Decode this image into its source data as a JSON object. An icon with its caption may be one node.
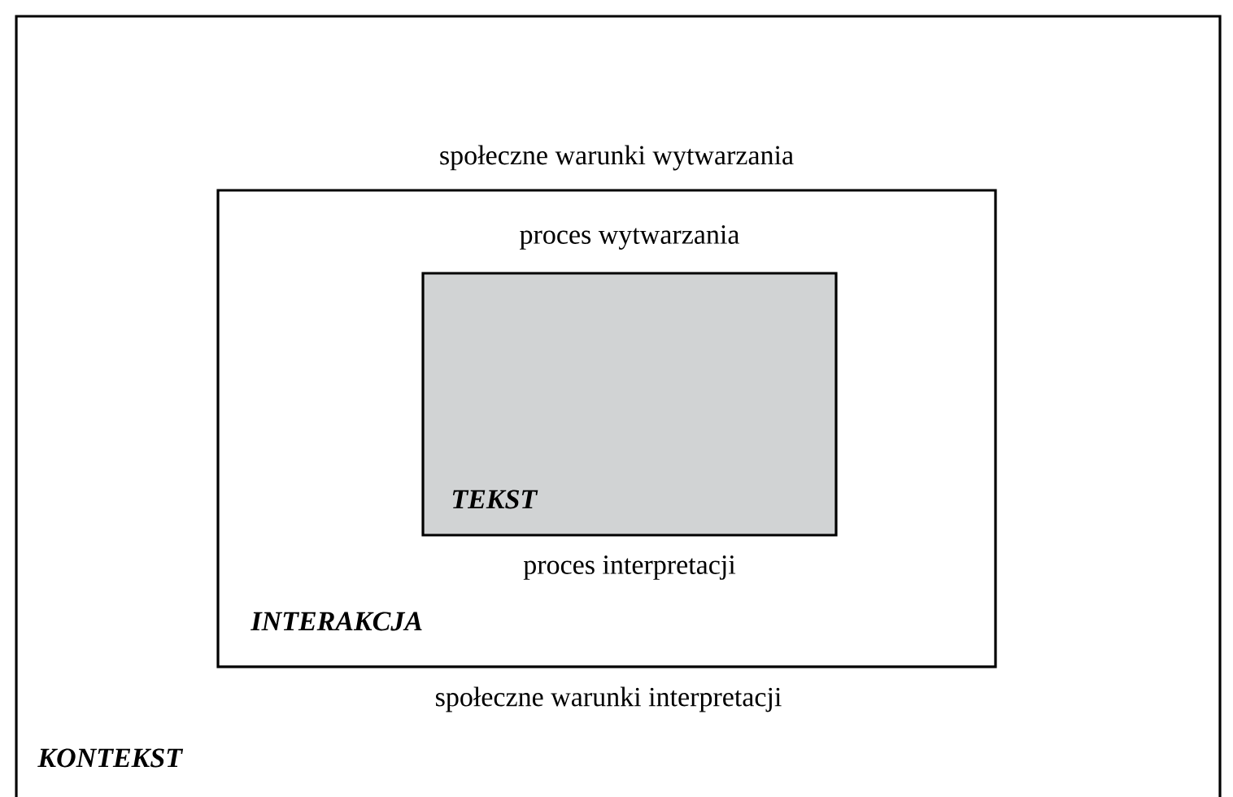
{
  "diagram": {
    "nodes": [
      {
        "text": [
          "KONTEKST"
        ]
      },
      {
        "text": [
          "społeczne warunki wytwarzania",
          "INTERAKCJA",
          "społeczne warunki interpretacji"
        ],
        "in": 0
      },
      {
        "text": [
          "proces wytwarzania",
          "TEKST",
          "proces interpretacji"
        ],
        "in": 1
      }
    ]
  }
}
